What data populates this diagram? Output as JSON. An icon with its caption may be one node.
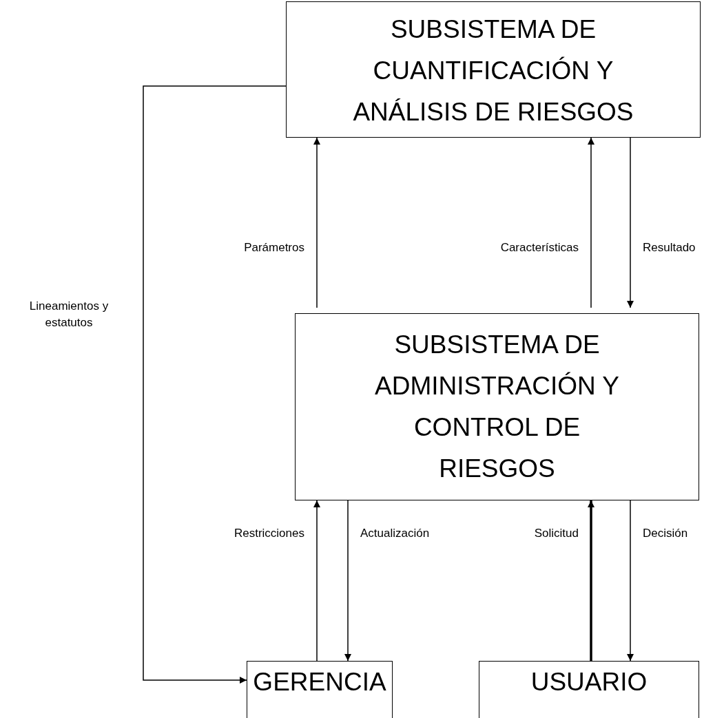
{
  "diagram": {
    "nodes": [
      {
        "text": [
          "SUBSISTEMA DE CUANTIFICACIÓN Y ANÁLISIS DE RIESGOS"
        ]
      },
      {
        "text": [
          "SUBSISTEMA DE ADMINISTRACIÓN Y CONTROL DE RIESGOS"
        ]
      },
      {
        "text": [
          "GERENCIA"
        ]
      },
      {
        "text": [
          "USUARIO"
        ]
      }
    ],
    "edges": [
      {
        "from": 0,
        "to": 2,
        "arrow": "to",
        "label": "Lineamientos y estatutos"
      },
      {
        "from": 1,
        "to": 0,
        "arrow": "to",
        "label": "Parámetros"
      },
      {
        "from": 1,
        "to": 0,
        "arrow": "to",
        "label": "Características"
      },
      {
        "from": 0,
        "to": 1,
        "arrow": "to",
        "label": "Resultado"
      },
      {
        "from": 2,
        "to": 1,
        "arrow": "to",
        "label": "Restricciones"
      },
      {
        "from": 1,
        "to": 2,
        "arrow": "to",
        "label": "Actualización"
      },
      {
        "from": 3,
        "to": 1,
        "arrow": "to",
        "label": "Solicitud",
        "style": "thick"
      },
      {
        "from": 1,
        "to": 3,
        "arrow": "to",
        "label": "Decisión"
      }
    ]
  }
}
